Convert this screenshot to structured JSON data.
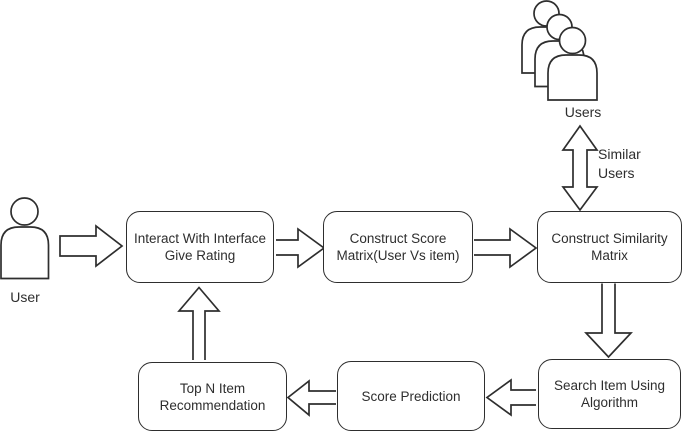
{
  "actors": {
    "user_label": "User",
    "users_label": "Users",
    "similar_users_label": "Similar Users"
  },
  "nodes": [
    {
      "id": "interact",
      "line1": "Interact With Interface",
      "line2": "Give Rating"
    },
    {
      "id": "score-matrix",
      "line1": "Construct Score",
      "line2": "Matrix(User Vs item)"
    },
    {
      "id": "similarity-matrix",
      "line1": "Construct Similarity",
      "line2": "Matrix"
    },
    {
      "id": "search-item",
      "line1": "Search Item Using",
      "line2": "Algorithm"
    },
    {
      "id": "score-prediction",
      "line1": "Score Prediction",
      "line2": ""
    },
    {
      "id": "top-n",
      "line1": "Top N Item",
      "line2": "Recommendation"
    }
  ],
  "icons": {
    "user_icon": "single-person-outline",
    "users_icon": "three-person-group-outline",
    "arrow_styles": "hollow-outline-block-arrows"
  },
  "connections": [
    {
      "from": "User",
      "to": "Interact With Interface Give Rating",
      "type": "right-arrow"
    },
    {
      "from": "Interact With Interface Give Rating",
      "to": "Construct Score Matrix(User Vs item)",
      "type": "right-arrow"
    },
    {
      "from": "Construct Score Matrix(User Vs item)",
      "to": "Construct Similarity Matrix",
      "type": "right-arrow"
    },
    {
      "from": "Users",
      "to": "Construct Similarity Matrix",
      "type": "double-vertical-arrow",
      "label": "Similar Users"
    },
    {
      "from": "Construct Similarity Matrix",
      "to": "Search Item Using Algorithm",
      "type": "down-arrow"
    },
    {
      "from": "Search Item Using Algorithm",
      "to": "Score Prediction",
      "type": "left-arrow"
    },
    {
      "from": "Score Prediction",
      "to": "Top N Item Recommendation",
      "type": "left-arrow"
    },
    {
      "from": "Top N Item Recommendation",
      "to": "Interact With Interface Give Rating",
      "type": "up-arrow"
    }
  ],
  "colors": {
    "stroke": "#2e2e2e",
    "text": "#2e2e2e",
    "background": "#ffffff"
  }
}
